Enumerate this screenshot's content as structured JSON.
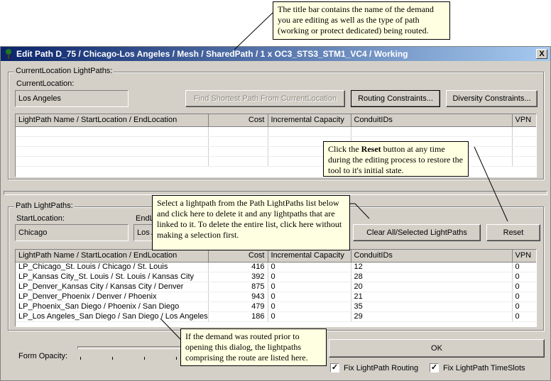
{
  "window": {
    "title": "Edit Path D_75 / Chicago-Los Angeles / Mesh / SharedPath / 1 x OC3_STS3_STM1_VC4 / Working",
    "close_label": "X"
  },
  "current_section": {
    "group_label": "CurrentLocation LightPaths:",
    "location_label": "CurrentLocation:",
    "location_value": "Los Angeles",
    "find_shortest_label": "Find Shortest  Path From CurrentLocation",
    "routing_constraints_label": "Routing Constraints...",
    "diversity_constraints_label": "Diversity Constraints...",
    "columns": [
      "LightPath Name / StartLocation / EndLocation",
      "Cost",
      "Incremental Capacity",
      "ConduitIDs",
      "VPN"
    ]
  },
  "path_section": {
    "group_label": "Path LightPaths:",
    "start_label": "StartLocation:",
    "start_value": "Chicago",
    "end_label": "EndL",
    "end_value": "Los A",
    "clear_label": "Clear All/Selected LightPaths",
    "reset_label": "Reset",
    "columns": [
      "LightPath Name / StartLocation / EndLocation",
      "Cost",
      "Incremental Capacity",
      "ConduitIDs",
      "VPN"
    ],
    "rows": [
      {
        "name": "LP_Chicago_St. Louis / Chicago / St. Louis",
        "cost": "416",
        "capacity": "0",
        "conduits": "12",
        "vpn": "0"
      },
      {
        "name": "LP_Kansas City_St. Louis / St. Louis / Kansas City",
        "cost": "392",
        "capacity": "0",
        "conduits": "28",
        "vpn": "0"
      },
      {
        "name": "LP_Denver_Kansas City / Kansas City / Denver",
        "cost": "875",
        "capacity": "0",
        "conduits": "20",
        "vpn": "0"
      },
      {
        "name": "LP_Denver_Phoenix / Denver / Phoenix",
        "cost": "943",
        "capacity": "0",
        "conduits": "21",
        "vpn": "0"
      },
      {
        "name": "LP_Phoenix_San Diego / Phoenix / San Diego",
        "cost": "479",
        "capacity": "0",
        "conduits": "35",
        "vpn": "0"
      },
      {
        "name": "LP_Los Angeles_San Diego / San Diego / Los Angeles",
        "cost": "186",
        "capacity": "0",
        "conduits": "29",
        "vpn": "0"
      }
    ]
  },
  "footer": {
    "opacity_label": "Form Opacity:",
    "ok_label": "OK",
    "fix_routing_label": "Fix LightPath Routing",
    "fix_routing_checked": "✓",
    "fix_timeslots_label": "Fix LightPath TimeSlots",
    "fix_timeslots_checked": "✓"
  },
  "callouts": {
    "title_bar": "The title bar contains the name of the demand you are editing as well as the type of path (working or protect dedicated) being routed.",
    "reset_pre": "Click the ",
    "reset_bold": "Reset",
    "reset_post": " button at any time during the editing process to restore the tool to it's initial state.",
    "delete": "Select a lightpath from the Path LightPaths list below and click here to delete it and any lightpaths that are linked to it. To delete the entire list, click here without making a selection first.",
    "routed": "If the demand was routed prior to opening this dialog, the lightpaths comprising the route are listed here."
  }
}
